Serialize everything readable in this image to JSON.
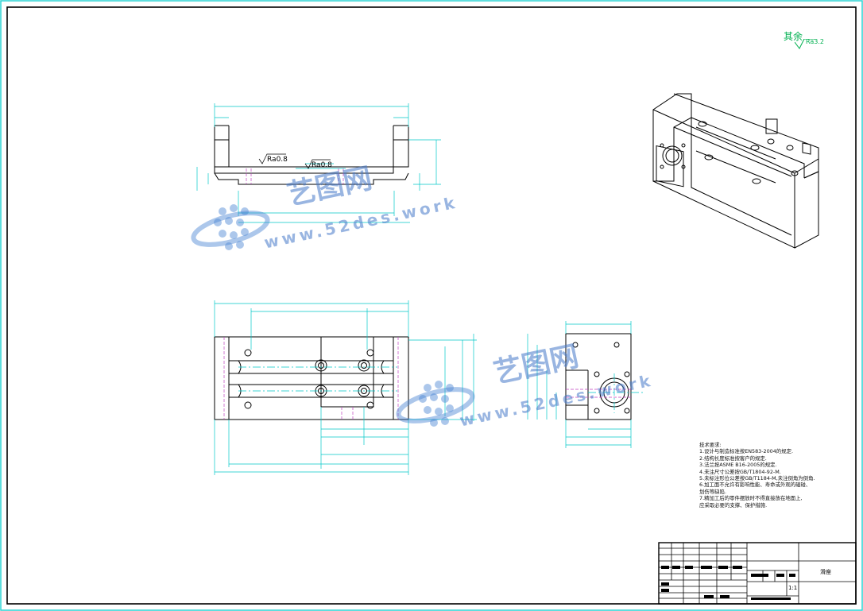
{
  "roughness": {
    "label": "其余",
    "value": "Ra3.2"
  },
  "front_view_callouts": {
    "ra_a": "Ra0.8",
    "ra_b": "Ra0.8"
  },
  "tech_notes": [
    "技术要求:",
    "1.设计与制造标准按EN583-2004的规定.",
    "2.结构长度标准按客户的规定.",
    "3.法兰按ASME B16-2005的规定.",
    "4.未注尺寸公差按GB/T1804-92-M.",
    "5.未标注形位公差按GB/T1184-M,未注倒角为倒角.",
    "6.加工面不允许有影响性能、寿命或外观的磕碰、",
    "  划伤等缺陷.",
    "7.精加工后的零件摆放时不得直接放在地面上,",
    "  应采取必要的支撑、保护措施."
  ],
  "title_block": {
    "part_name": "滑座",
    "scale": "1:1"
  },
  "watermark": {
    "brand": "艺图网",
    "url": "www.52des.work"
  }
}
